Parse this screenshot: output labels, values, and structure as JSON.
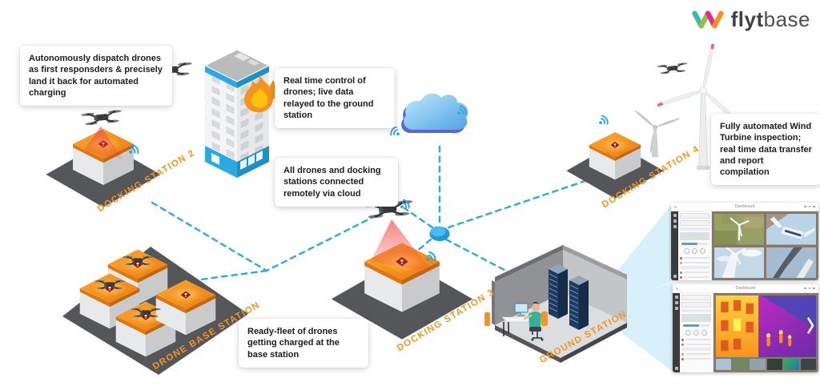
{
  "logo": {
    "word_bold": "flyt",
    "word_light": "base"
  },
  "callouts": {
    "dispatch": "Autonomously dispatch drones as first responsders & precisely land it back for automated charging",
    "control": "Real time control of drones; live data relayed to the ground station",
    "cloud": "All drones and docking stations connected remotely via cloud",
    "turbine": "Fully automated Wind Turbine inspection; real time data transfer and report compilation",
    "fleet": "Ready-fleet of drones getting charged at the base station"
  },
  "labels": {
    "docking2": "DOCKING STATION 2",
    "drone_base": "DRONE BASE STATION",
    "docking3": "DOCKING STATION 3",
    "ground": "GROUND STATION",
    "docking4": "DOCKING STATION 4"
  },
  "dashboards": {
    "top_title": "Dashboard",
    "bottom_title": "Dashboard"
  },
  "colors": {
    "accent_orange": "#F7941D",
    "link_blue": "#29ABE2",
    "beam_red": "#F0433E",
    "base_gray": "#55565A",
    "logo_dark": "#414042"
  }
}
